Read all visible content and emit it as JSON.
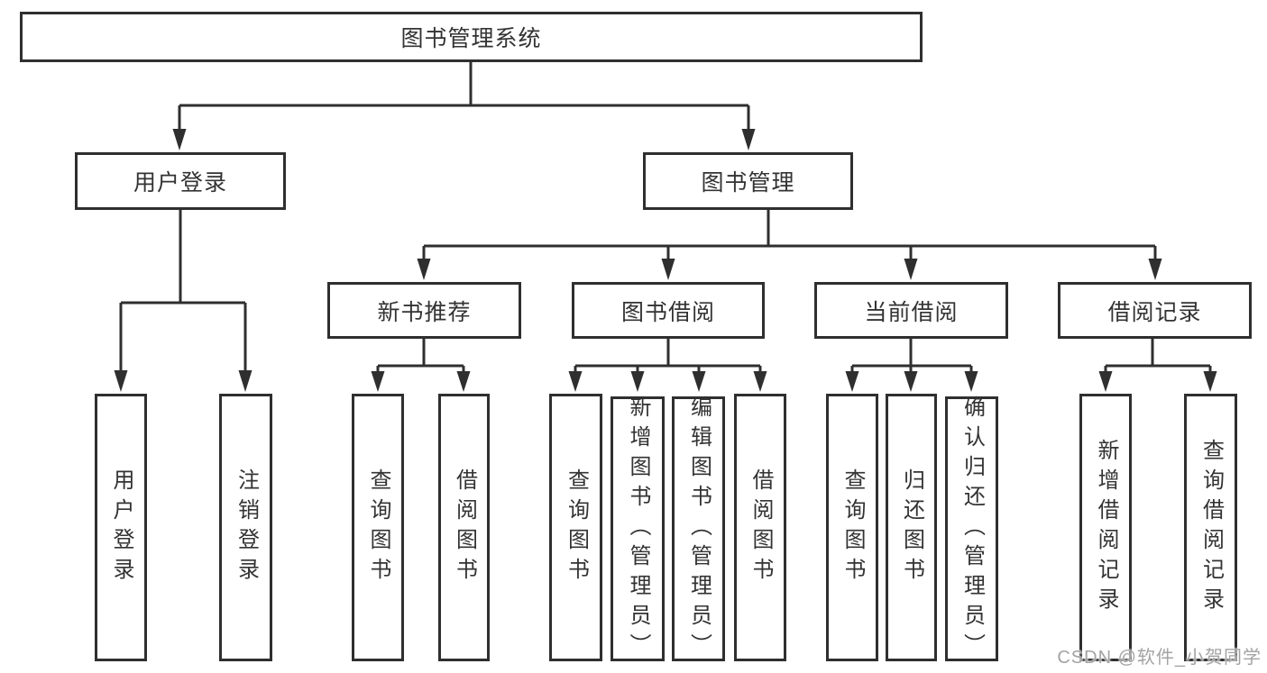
{
  "tree": {
    "root": "图书管理系统",
    "user_login": {
      "label": "用户登录",
      "children": [
        "用户登录",
        "注销登录"
      ]
    },
    "book_mgmt": {
      "label": "图书管理",
      "sections": {
        "new_books": {
          "label": "新书推荐",
          "children": [
            "查询图书",
            "借阅图书"
          ]
        },
        "book_borrow": {
          "label": "图书借阅",
          "children": [
            "查询图书",
            "新增图书（管理员）",
            "编辑图书（管理员）",
            "借阅图书"
          ]
        },
        "current_borrow": {
          "label": "当前借阅",
          "children": [
            "查询图书",
            "归还图书",
            "确认归还（管理员）"
          ]
        },
        "borrow_records": {
          "label": "借阅记录",
          "children": [
            "新增借阅记录",
            "查询借阅记录"
          ]
        }
      }
    }
  },
  "watermark": "CSDN @软件_小贺同学",
  "colors": {
    "line": "#2f2f2f",
    "text": "#333333",
    "watermark": "#a3a3a3",
    "background": "#ffffff"
  }
}
